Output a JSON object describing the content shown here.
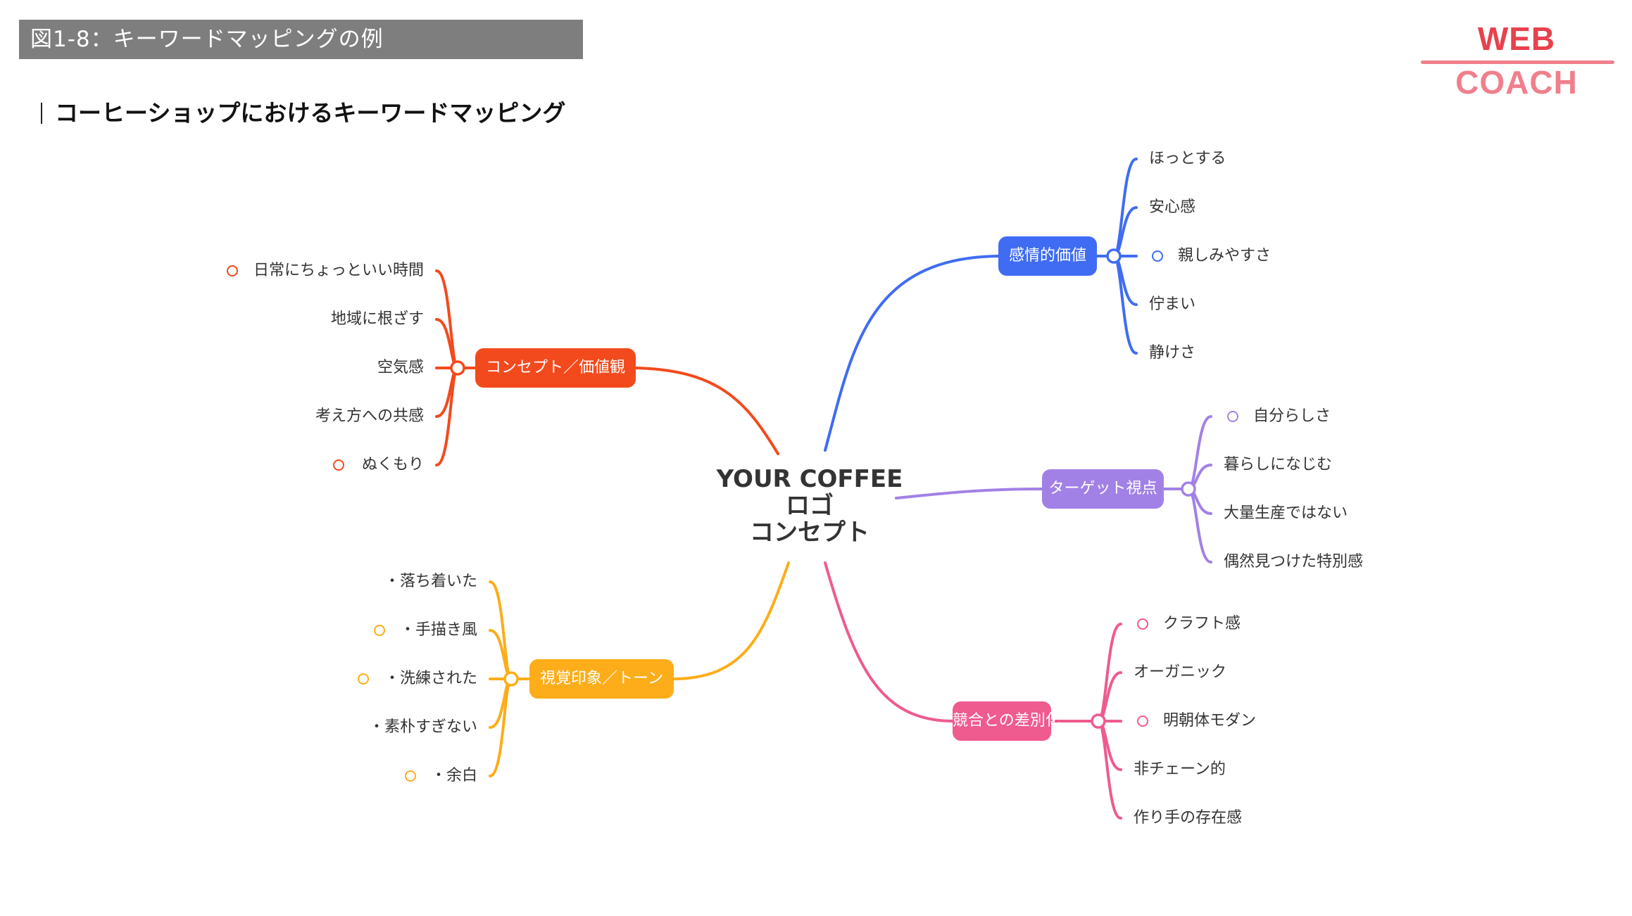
{
  "figure_label": "図1-8：キーワードマッピングの例",
  "brand": {
    "web": "WEB",
    "coach": "COACH"
  },
  "subtitle": "コーヒーショップにおけるキーワードマッピング",
  "center": {
    "line1": "YOUR COFFEE",
    "line2": "ロゴ",
    "line3": "コンセプト"
  },
  "colors": {
    "concept": "#f34a1d",
    "visual": "#fcad19",
    "emotion": "#3f6cf2",
    "target": "#a281e6",
    "competition": "#ef5a8f"
  },
  "branches": {
    "concept": {
      "label": "コンセプト／価値観",
      "leaves": [
        {
          "text": "日常にちょっといい時間",
          "marked": true
        },
        {
          "text": "地域に根ざす",
          "marked": false
        },
        {
          "text": "空気感",
          "marked": false
        },
        {
          "text": "考え方への共感",
          "marked": false
        },
        {
          "text": "ぬくもり",
          "marked": true
        }
      ]
    },
    "visual": {
      "label": "視覚印象／トーン",
      "leaves": [
        {
          "text": "・落ち着いた",
          "marked": false
        },
        {
          "text": "・手描き風",
          "marked": true
        },
        {
          "text": "・洗練された",
          "marked": true
        },
        {
          "text": "・素朴すぎない",
          "marked": false
        },
        {
          "text": "・余白",
          "marked": true
        }
      ]
    },
    "emotion": {
      "label": "感情的価値",
      "leaves": [
        {
          "text": "ほっとする",
          "marked": false
        },
        {
          "text": "安心感",
          "marked": false
        },
        {
          "text": "親しみやすさ",
          "marked": true
        },
        {
          "text": "佇まい",
          "marked": false
        },
        {
          "text": "静けさ",
          "marked": false
        }
      ]
    },
    "target": {
      "label": "ターゲット視点",
      "leaves": [
        {
          "text": "自分らしさ",
          "marked": true
        },
        {
          "text": "暮らしになじむ",
          "marked": false
        },
        {
          "text": "大量生産ではない",
          "marked": false
        },
        {
          "text": "偶然見つけた特別感",
          "marked": false
        }
      ]
    },
    "competition": {
      "label": "競合との差別化",
      "leaves": [
        {
          "text": "クラフト感",
          "marked": true
        },
        {
          "text": "オーガニック",
          "marked": false
        },
        {
          "text": "明朝体モダン",
          "marked": true
        },
        {
          "text": "非チェーン的",
          "marked": false
        },
        {
          "text": "作り手の存在感",
          "marked": false
        }
      ]
    }
  }
}
